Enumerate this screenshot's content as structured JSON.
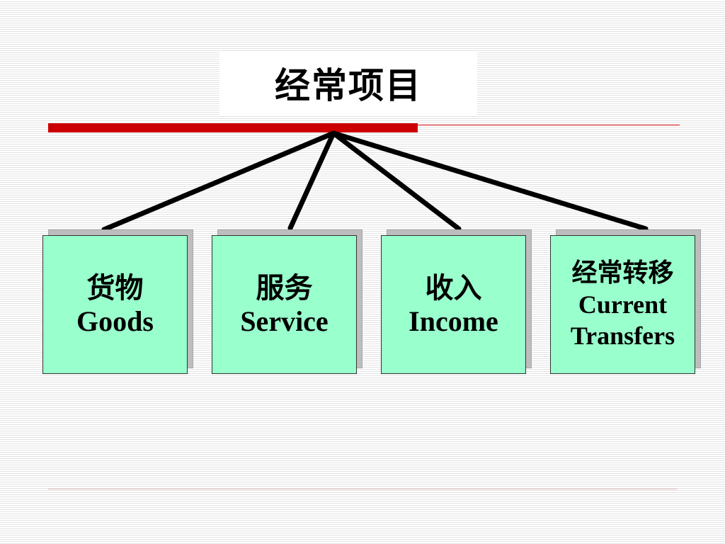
{
  "title": "经常项目",
  "items": [
    {
      "zh": "货物",
      "en": "Goods"
    },
    {
      "zh": "服务",
      "en": "Service"
    },
    {
      "zh": "收入",
      "en": "Income"
    },
    {
      "zh": "经常转移",
      "en_line1": "Current",
      "en_line2": "Transfers"
    }
  ],
  "colors": {
    "box_fill": "#99ffcc",
    "accent_red": "#cc0000",
    "connector": "#000000"
  }
}
